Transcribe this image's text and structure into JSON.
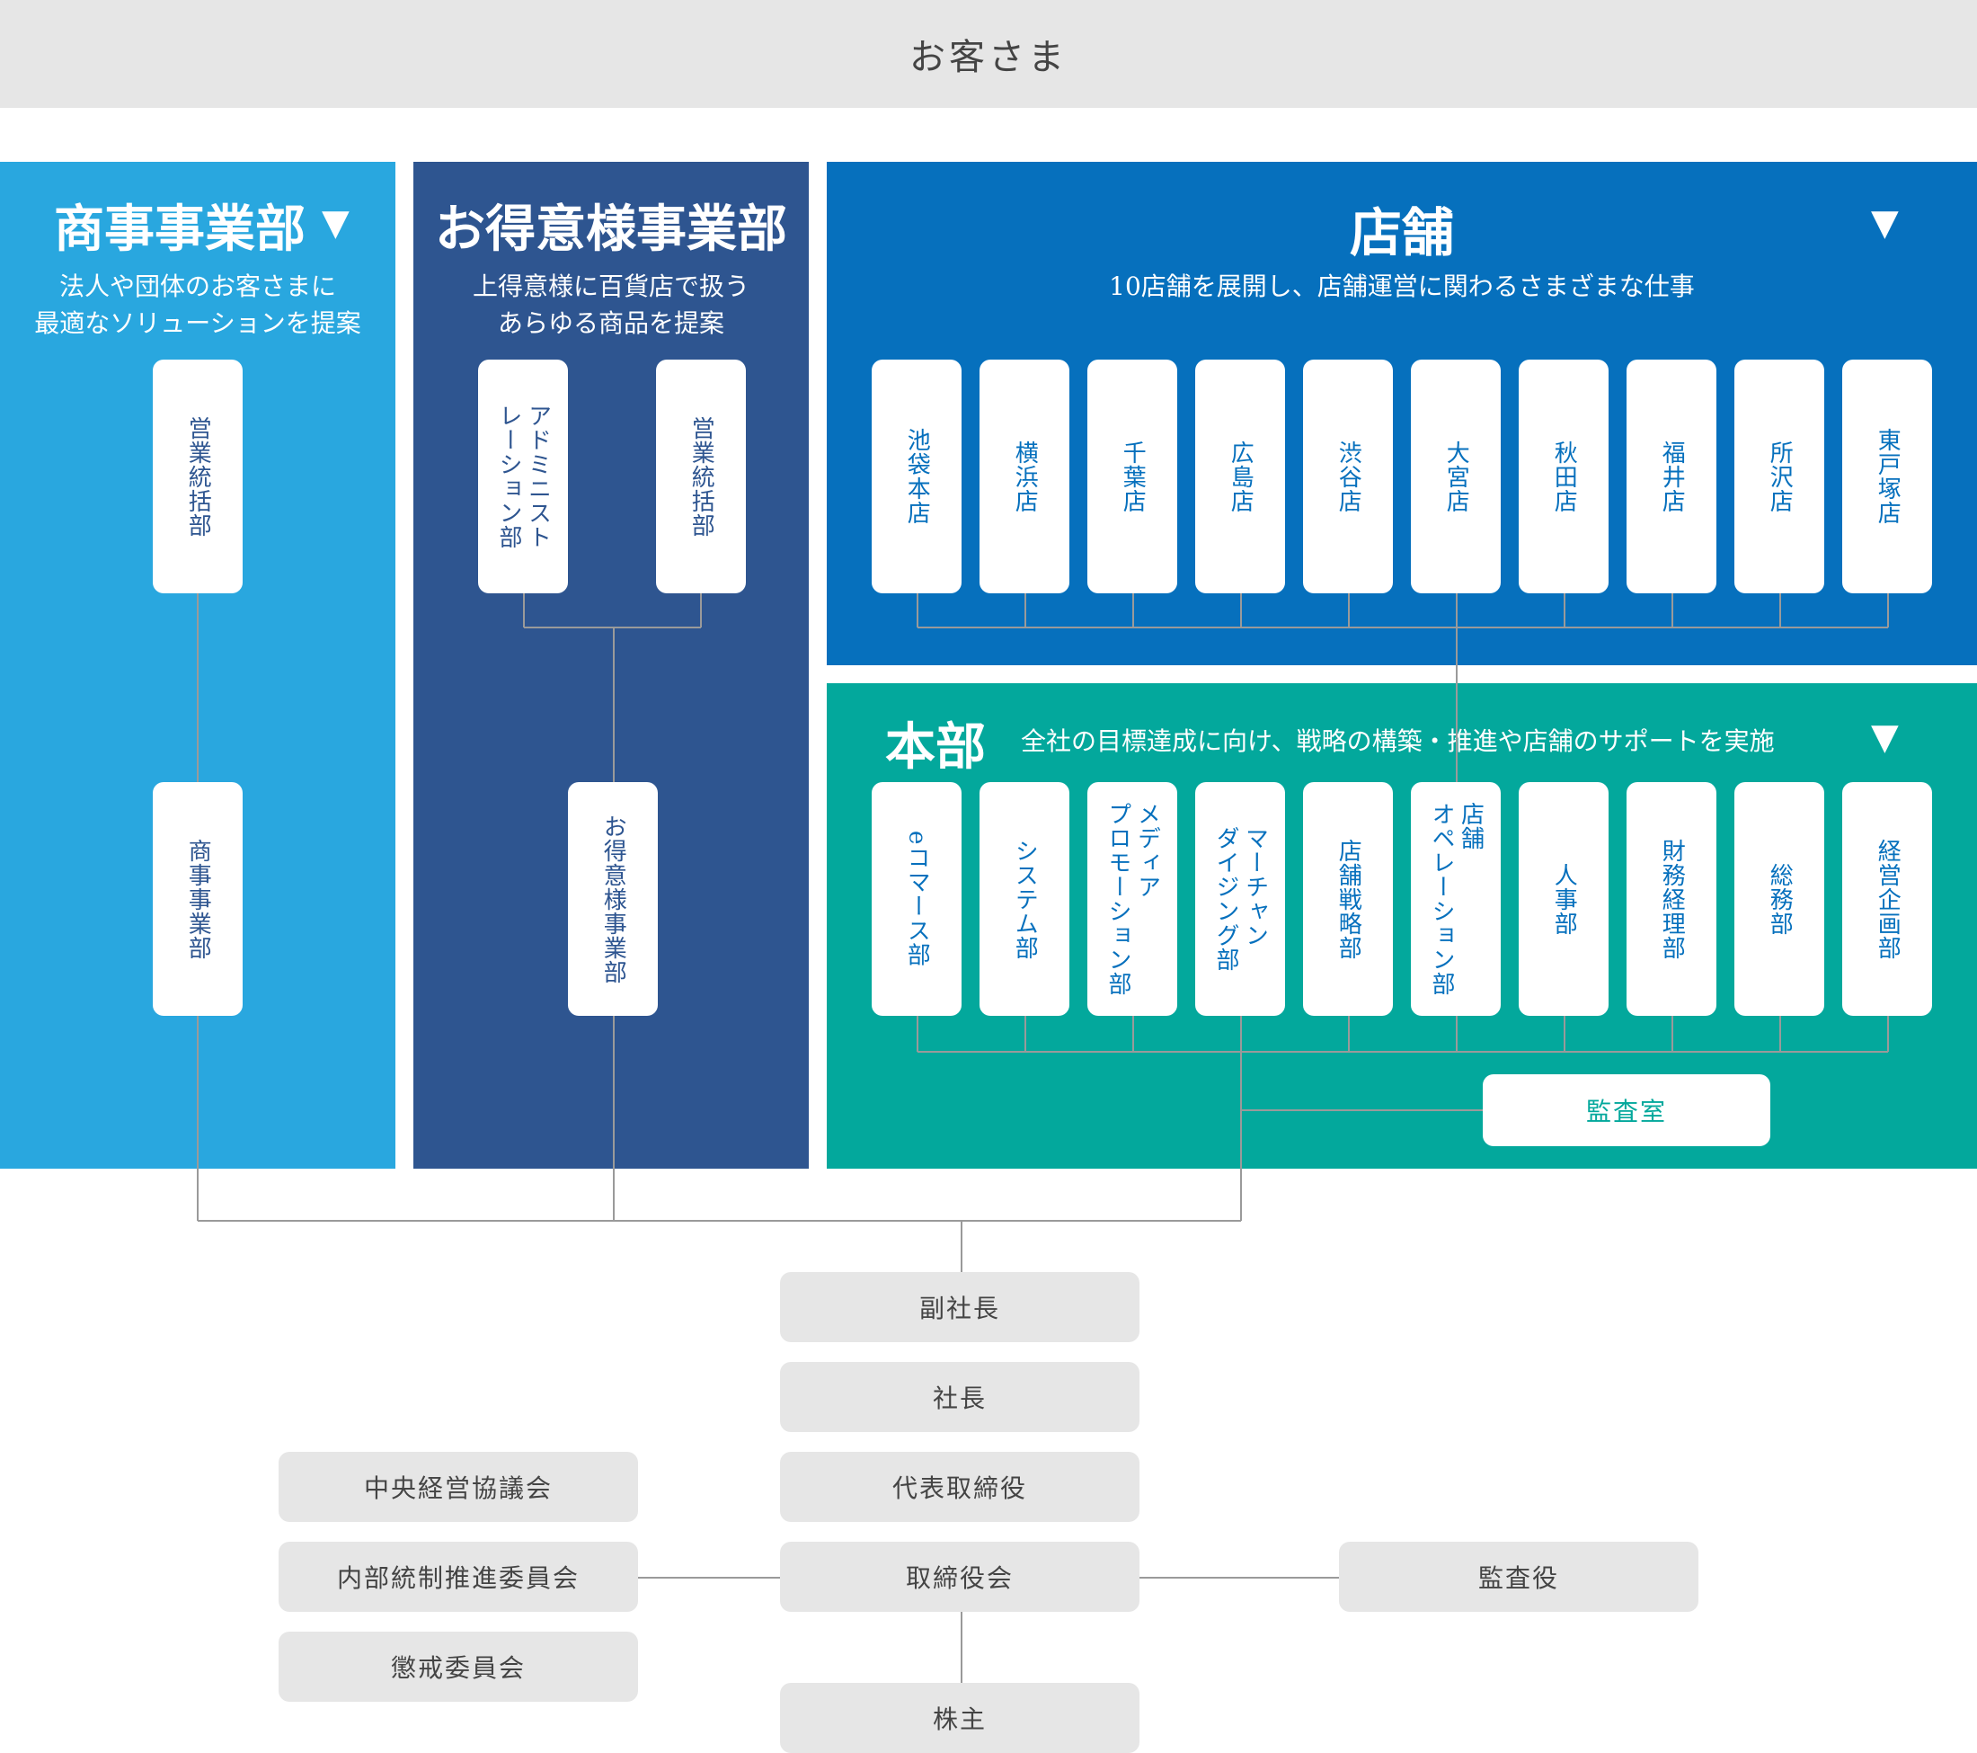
{
  "header": {
    "label": "お客さま"
  },
  "shoji": {
    "title": "商事事業部",
    "sub1": "法人や団体のお客さまに",
    "sub2": "最適なソリューションを提案",
    "boxes": [
      "営業統括部",
      "商事事業部"
    ]
  },
  "otoku": {
    "title": "お得意様事業部",
    "sub1": "上得意様に百貨店で扱う",
    "sub2": "あらゆる商品を提案",
    "boxes": [
      "アドミニスト\nレーション部",
      "営業統括部",
      "お得意様事業部"
    ]
  },
  "tenpo": {
    "title": "店舗",
    "sub": "10店舗を展開し、店舗運営に関わるさまざまな仕事",
    "stores": [
      "池袋本店",
      "横浜店",
      "千葉店",
      "広島店",
      "渋谷店",
      "大宮店",
      "秋田店",
      "福井店",
      "所沢店",
      "東戸塚店"
    ]
  },
  "honbu": {
    "title": "本部",
    "sub": "全社の目標達成に向け、戦略の構築・推進や店舗のサポートを実施",
    "depts": [
      "eコマース部",
      "システム部",
      "メディア\nプロモーション部",
      "マーチャン\nダイジング部",
      "店舗戦略部",
      "店舗\nオペレーション部",
      "人事部",
      "財務経理部",
      "総務部",
      "経営企画部"
    ],
    "audit_room": "監査室"
  },
  "governance": {
    "vice_president": "副社長",
    "president": "社長",
    "representative_director": "代表取締役",
    "board": "取締役会",
    "shareholders": "株主",
    "committees": [
      "中央経営協議会",
      "内部統制推進委員会",
      "懲戒委員会"
    ],
    "auditor": "監査役"
  },
  "colors": {
    "shoji": "#29a7df",
    "otoku": "#2e5590",
    "tenpo": "#0670bd",
    "honbu": "#03a89c",
    "gray_box": "#e6e6e6",
    "line": "#999999"
  },
  "icons": {
    "expand": "triangle-down-icon"
  }
}
